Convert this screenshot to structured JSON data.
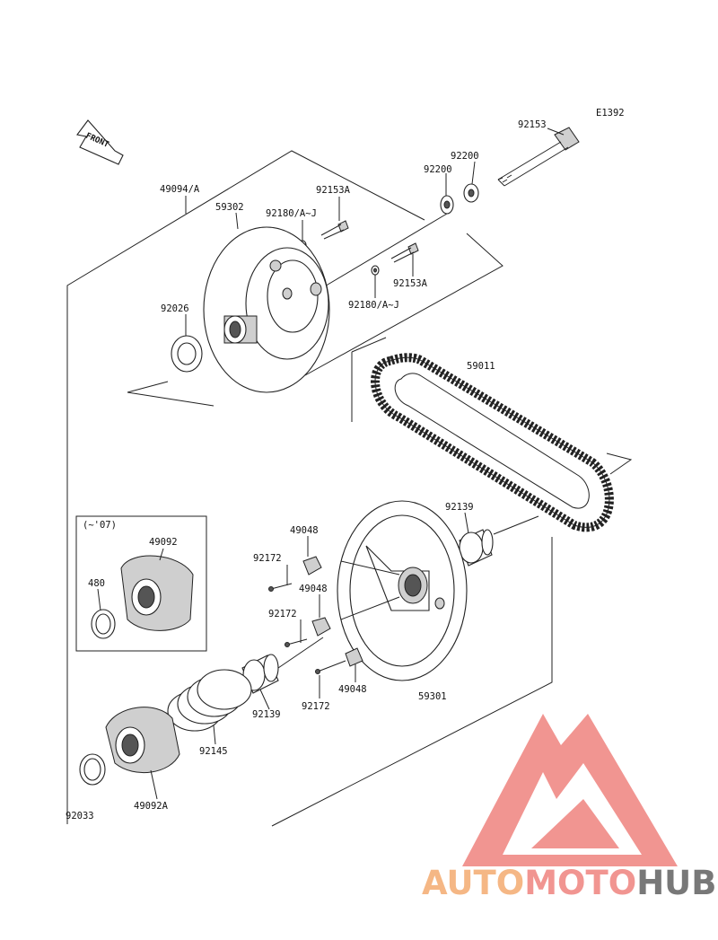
{
  "figure_code": "E1392",
  "front_label": "FRONT",
  "variant_note": "(~'07)",
  "watermark": {
    "part1": "AUTO",
    "part2": "MOTO",
    "part3": "HUB",
    "color1": "#f4b078",
    "color2": "#f08a86",
    "color3": "#6a6a6a",
    "logo_color": "#f08a86"
  },
  "parts": [
    "92153",
    "92200",
    "92200",
    "49094/A",
    "92153A",
    "59302",
    "92180/A~J",
    "92153A",
    "92180/A~J",
    "92026",
    "59011",
    "92139",
    "49048",
    "92172",
    "49048",
    "92172",
    "49048",
    "92172",
    "59301",
    "92139",
    "92145",
    "49092",
    "480",
    "92033",
    "49092A"
  ]
}
